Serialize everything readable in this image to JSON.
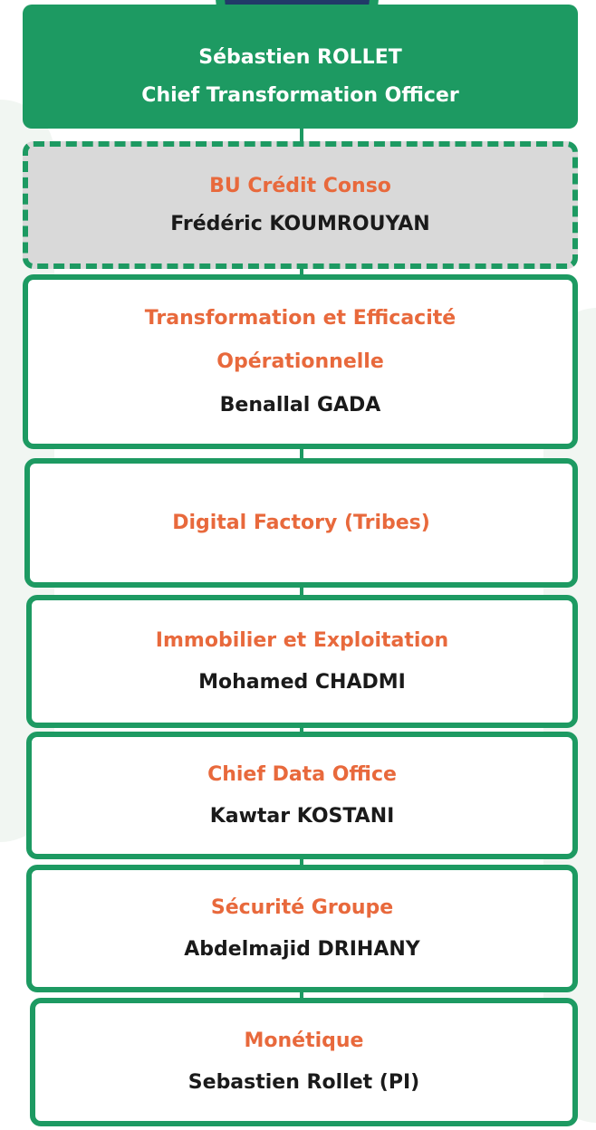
{
  "head": {
    "name": "Sébastien ROLLET",
    "role": "Chief Transformation Officer",
    "accent_color": "#1d9a62"
  },
  "units": [
    {
      "title": "BU Crédit Conso",
      "person": "Frédéric KOUMROUYAN",
      "style": "dashed"
    },
    {
      "title_line1": "Transformation et Efficacité",
      "title_line2": "Opérationnelle",
      "person": "Benallal GADA",
      "style": "solid"
    },
    {
      "title": "Digital Factory (Tribes)",
      "style": "solid"
    },
    {
      "title": "Immobilier et Exploitation",
      "person": "Mohamed CHADMI",
      "style": "solid"
    },
    {
      "title": "Chief Data Office",
      "person": "Kawtar KOSTANI",
      "style": "solid"
    },
    {
      "title": "Sécurité Groupe",
      "person": "Abdelmajid DRIHANY",
      "style": "solid"
    },
    {
      "title": "Monétique",
      "person": "Sebastien Rollet (PI)",
      "style": "solid"
    }
  ],
  "colors": {
    "border": "#1d9a62",
    "title_text": "#e8693c",
    "name_text": "#1a1a1a",
    "dashed_fill": "#d9d9d9",
    "background_tint": "#f1f6f2"
  }
}
